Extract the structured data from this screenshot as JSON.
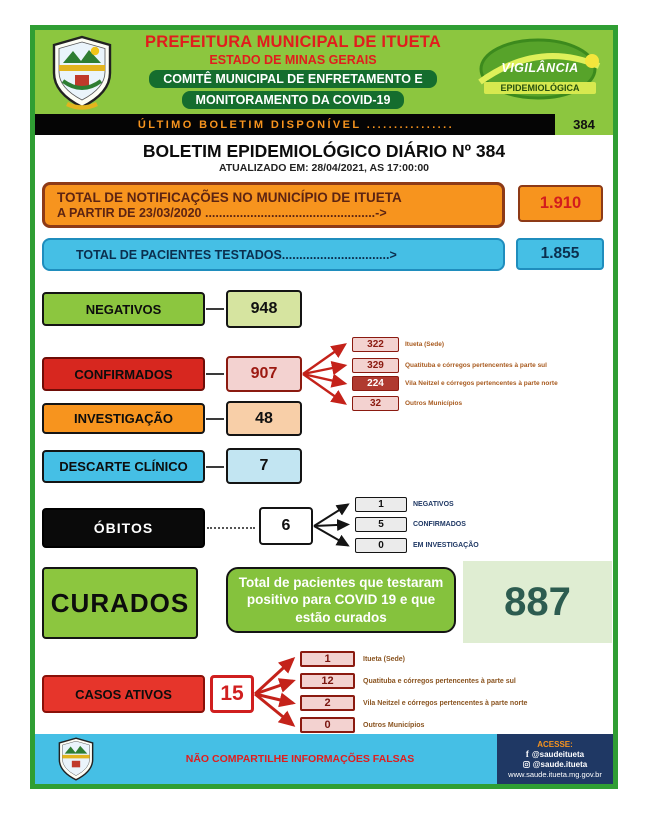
{
  "header": {
    "title": "PREFEITURA MUNICIPAL DE ITUETA",
    "subtitle": "ESTADO DE MINAS GERAIS",
    "committee_line1": "COMITÊ MUNICIPAL DE ENFRETAMENTO E",
    "committee_line2": "MONITORAMENTO DA COVID-19",
    "vigilancia_line1": "VIGILÂNCIA",
    "vigilancia_line2": "EPIDEMIOLÓGICA",
    "last_bulletin_label": "ÚLTIMO BOLETIM DISPONÍVEL ................",
    "last_bulletin_number": "384"
  },
  "bulletin": {
    "title": "BOLETIM EPIDEMIOLÓGICO DIÁRIO Nº 384",
    "updated": "ATUALIZADO EM: 28/04/2021, AS 17:00:00"
  },
  "notifications": {
    "line1": "TOTAL DE NOTIFICAÇÕES NO MUNICÍPIO DE ITUETA",
    "line2": "A PARTIR DE 23/03/2020 .................................................->",
    "value": "1.910"
  },
  "tested": {
    "label": "TOTAL DE PACIENTES TESTADOS...............................>",
    "value": "1.855"
  },
  "negativos": {
    "label": "NEGATIVOS",
    "value": "948"
  },
  "confirmados": {
    "label": "CONFIRMADOS",
    "value": "907",
    "breakdown": [
      {
        "value": "322",
        "label": "Itueta (Sede)"
      },
      {
        "value": "329",
        "label": "Quatituba e córregos pertencentes à parte sul"
      },
      {
        "value": "224",
        "label": "Vila Neitzel e córregos pertencentes à parte norte"
      },
      {
        "value": "32",
        "label": "Outros Municípios"
      }
    ]
  },
  "investigacao": {
    "label": "INVESTIGAÇÃO",
    "value": "48"
  },
  "descarte_clinico": {
    "label": "DESCARTE CLÍNICO",
    "value": "7"
  },
  "obitos": {
    "label": "ÓBITOS",
    "value": "6",
    "breakdown": [
      {
        "value": "1",
        "label": "NEGATIVOS"
      },
      {
        "value": "5",
        "label": "CONFIRMADOS"
      },
      {
        "value": "0",
        "label": "EM INVESTIGAÇÃO"
      }
    ]
  },
  "curados": {
    "label": "CURADOS",
    "description": "Total de pacientes que testaram positivo para COVID 19 e que estão curados",
    "value": "887"
  },
  "casos_ativos": {
    "label": "CASOS ATIVOS",
    "value": "15",
    "breakdown": [
      {
        "value": "1",
        "label": "Itueta (Sede)"
      },
      {
        "value": "12",
        "label": "Quatituba e córregos pertencentes à parte sul"
      },
      {
        "value": "2",
        "label": "Vila Neitzel e córregos pertencentes à parte norte"
      },
      {
        "value": "0",
        "label": "Outros Municípios"
      }
    ]
  },
  "footer": {
    "warning": "NÃO COMPARTILHE INFORMAÇÕES FALSAS",
    "access_label": "ACESSE:",
    "facebook": "@saudeitueta",
    "instagram": "@saude.itueta",
    "website": "www.saude.itueta.mg.gov.br"
  },
  "colors": {
    "header_green": "#8cc63f",
    "dark_green_banner": "#156d2e",
    "frame_green": "#2f9e33",
    "orange": "#f7941e",
    "cyan": "#45bfe5",
    "red": "#d7271f",
    "dark_red": "#8b1a10",
    "title_red": "#e11d1d",
    "black": "#0a0a0a",
    "curados_panel_green": "#dfedd2",
    "navy": "#1f3864"
  }
}
